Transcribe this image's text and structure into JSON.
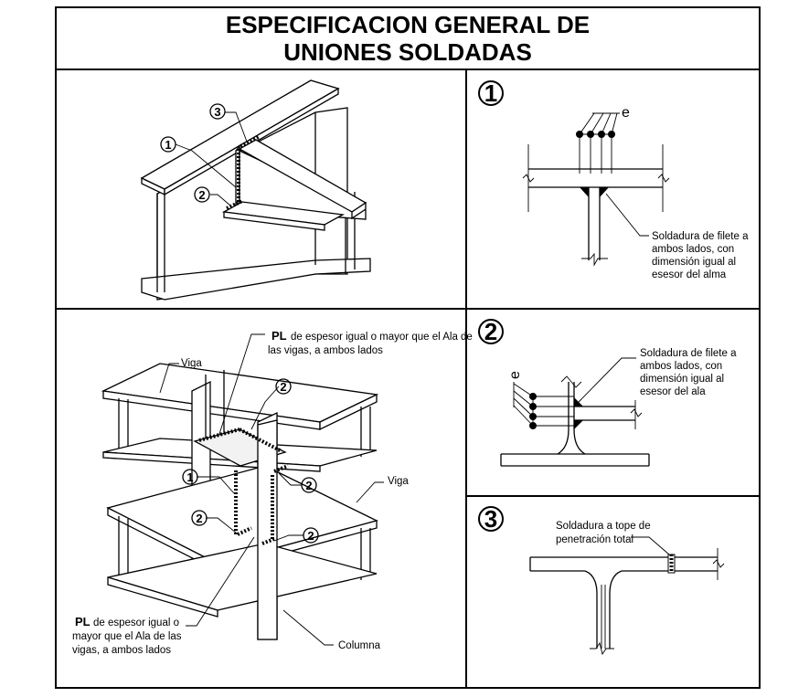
{
  "title": {
    "line1": "ESPECIFICACION GENERAL DE",
    "line2": "UNIONES SOLDADAS"
  },
  "callout_numbers": [
    "1",
    "2",
    "3"
  ],
  "detail1": {
    "number": "1",
    "dimension_label": "e",
    "note_lines": [
      "Soldadura de filete a",
      "ambos lados,  con",
      "dimensión igual al",
      "esesor del alma"
    ]
  },
  "detail2": {
    "number": "2",
    "dimension_label": "e",
    "note_lines": [
      "Soldadura de filete a",
      "ambos lados,  con",
      "dimensión igual al",
      "esesor del ala"
    ]
  },
  "detail3": {
    "number": "3",
    "note_lines": [
      "Soldadura a tope de",
      "penetración total"
    ]
  },
  "cross_joint": {
    "plate_symbol": "PL",
    "plate_note_top": [
      "de espesor igual o mayor que el Ala de",
      "las vigas,  a ambos lados"
    ],
    "plate_note_bottom": [
      "de espesor igual o",
      "mayor que el Ala de las",
      "vigas,  a ambos lados"
    ],
    "beam_label_left": "Viga",
    "beam_label_right": "Viga",
    "column_label": "Columna"
  },
  "colors": {
    "line": "#000000",
    "background": "#ffffff",
    "shade": "#f2f2f2"
  }
}
